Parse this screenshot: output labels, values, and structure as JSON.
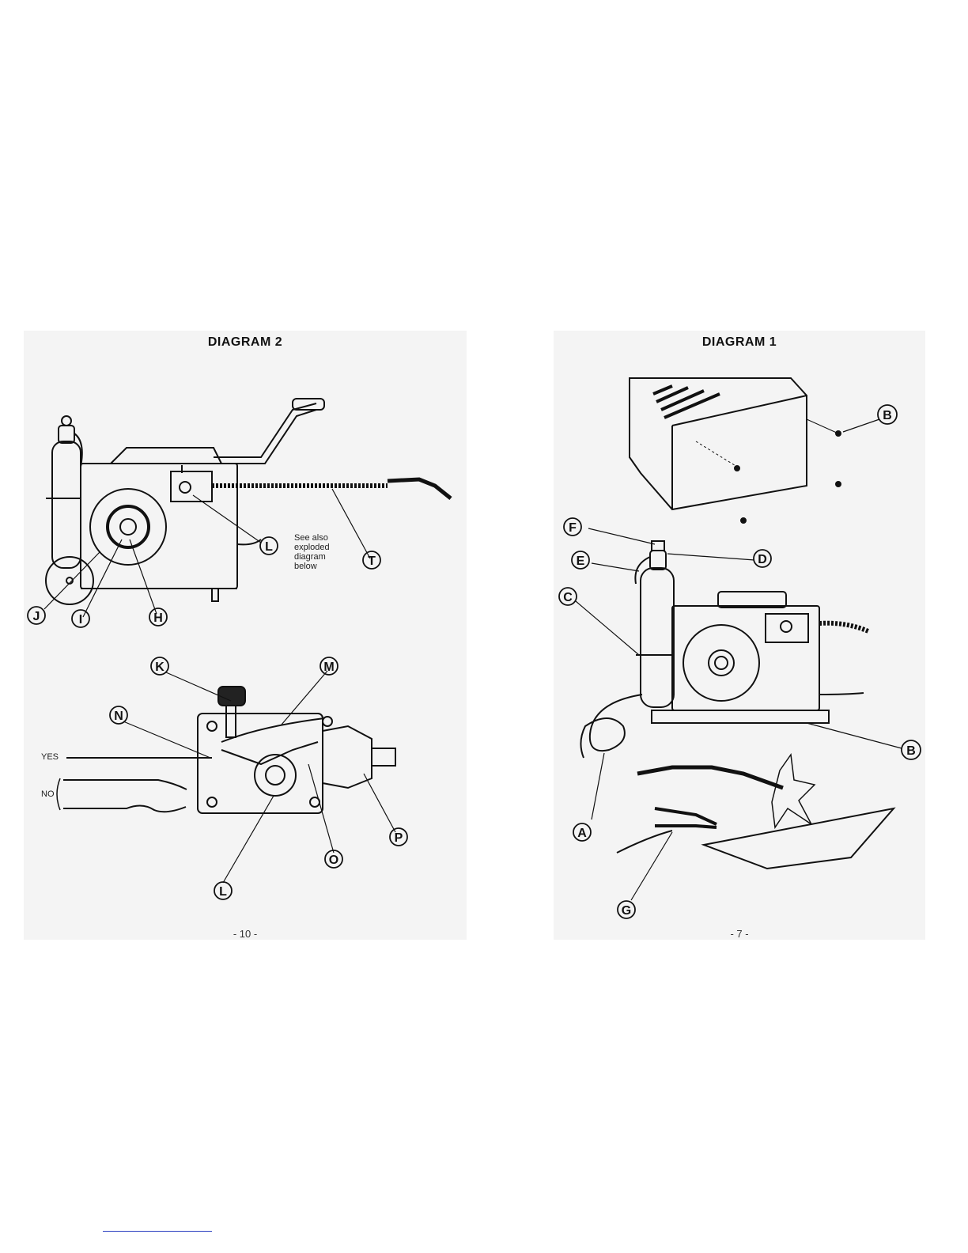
{
  "left_page": {
    "title": "DIAGRAM 2",
    "note": "See also exploded diagram below",
    "note_lines": [
      "See also",
      "exploded",
      "diagram",
      "below"
    ],
    "yes_label": "YES",
    "no_label": "NO",
    "page_number": "- 10 -",
    "callouts": [
      "J",
      "I",
      "H",
      "L",
      "T",
      "K",
      "M",
      "N",
      "L",
      "O",
      "P"
    ]
  },
  "right_page": {
    "title": "DIAGRAM 1",
    "page_number": "- 7 -",
    "callouts": [
      "B",
      "F",
      "D",
      "E",
      "C",
      "B",
      "A",
      "G"
    ]
  }
}
